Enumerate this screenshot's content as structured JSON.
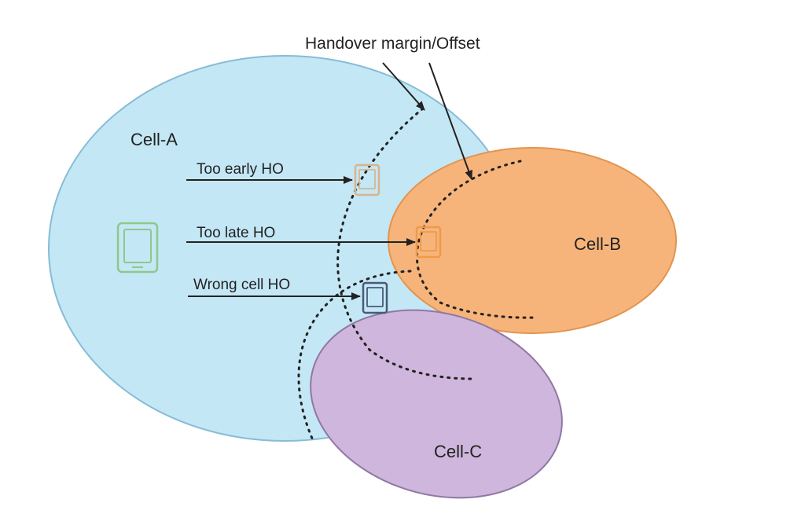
{
  "title": "Handover margin/Offset",
  "cells": [
    {
      "id": "a",
      "label": "Cell-A",
      "fill": "#c4e7f5",
      "stroke": "#86bcd6"
    },
    {
      "id": "b",
      "label": "Cell-B",
      "fill": "#f7b47a",
      "stroke": "#e2944f"
    },
    {
      "id": "c",
      "label": "Cell-C",
      "fill": "#ceb6dc",
      "stroke": "#8f78a3"
    }
  ],
  "handover_cases": [
    {
      "label": "Too early HO",
      "device_color": "#d7b58e"
    },
    {
      "label": "Too late HO",
      "device_color": "#ee9a4a"
    },
    {
      "label": "Wrong cell HO",
      "device_color": "#4a5a78"
    }
  ],
  "serving_device_color": "#8cc98a"
}
